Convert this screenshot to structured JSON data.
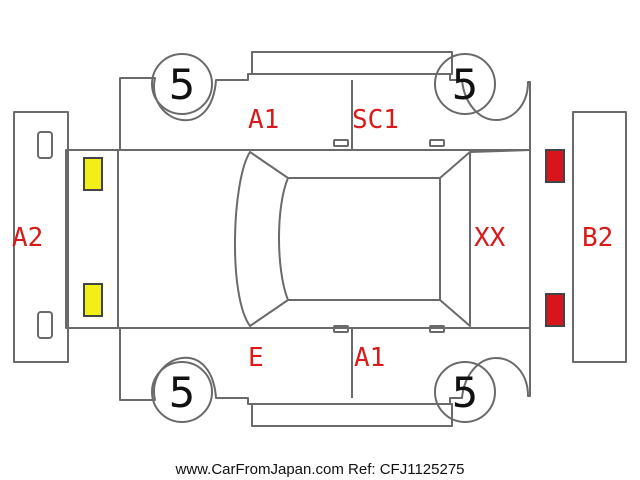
{
  "damage_codes": {
    "front_bumper": "A2",
    "rear_bumper": "B2",
    "left_front_door": "A1",
    "left_rear_door": "SC1",
    "right_front_door": "E",
    "right_rear_door": "A1",
    "rear_window": "XX"
  },
  "tires": {
    "front_left": "5",
    "rear_left": "5",
    "front_right": "5",
    "rear_right": "5"
  },
  "headlight_color": "#f2ee1a",
  "taillight_color": "#d8141c",
  "footer_text": "www.CarFromJapan.com Ref: CFJ1125275"
}
